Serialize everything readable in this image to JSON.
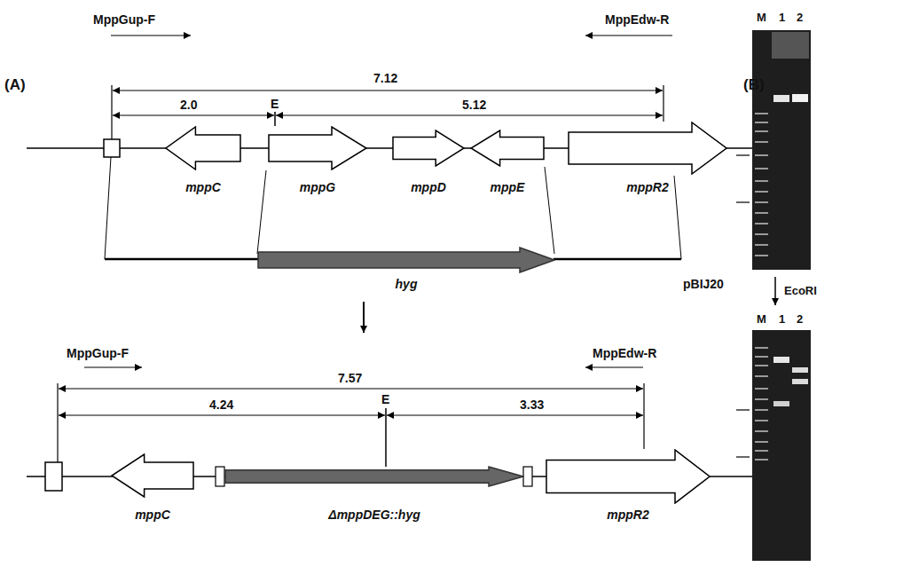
{
  "diagram": {
    "nodes": [
      {
        "text": [
          "mppC"
        ]
      },
      {
        "text": [
          "mppG"
        ]
      },
      {
        "text": [
          "mppD"
        ]
      },
      {
        "text": [
          "mppE"
        ]
      },
      {
        "text": [
          "mppR2"
        ]
      },
      {
        "text": [
          "hyg"
        ]
      },
      {
        "text": [
          "mppC"
        ]
      },
      {
        "text": [
          "ΔmppDEG::hyg"
        ]
      },
      {
        "text": [
          "mppR2"
        ]
      }
    ],
    "labels": [
      "(A)",
      "MppGup-F",
      "MppEdw-R",
      "7.12",
      "2.0",
      "E",
      "5.12",
      "pBIJ20",
      "MppGup-F",
      "MppEdw-R",
      "7.57",
      "4.24",
      "E",
      "3.33",
      "(B)",
      "M",
      "1",
      "2",
      "EcoRI",
      "M",
      "1",
      "2"
    ]
  }
}
